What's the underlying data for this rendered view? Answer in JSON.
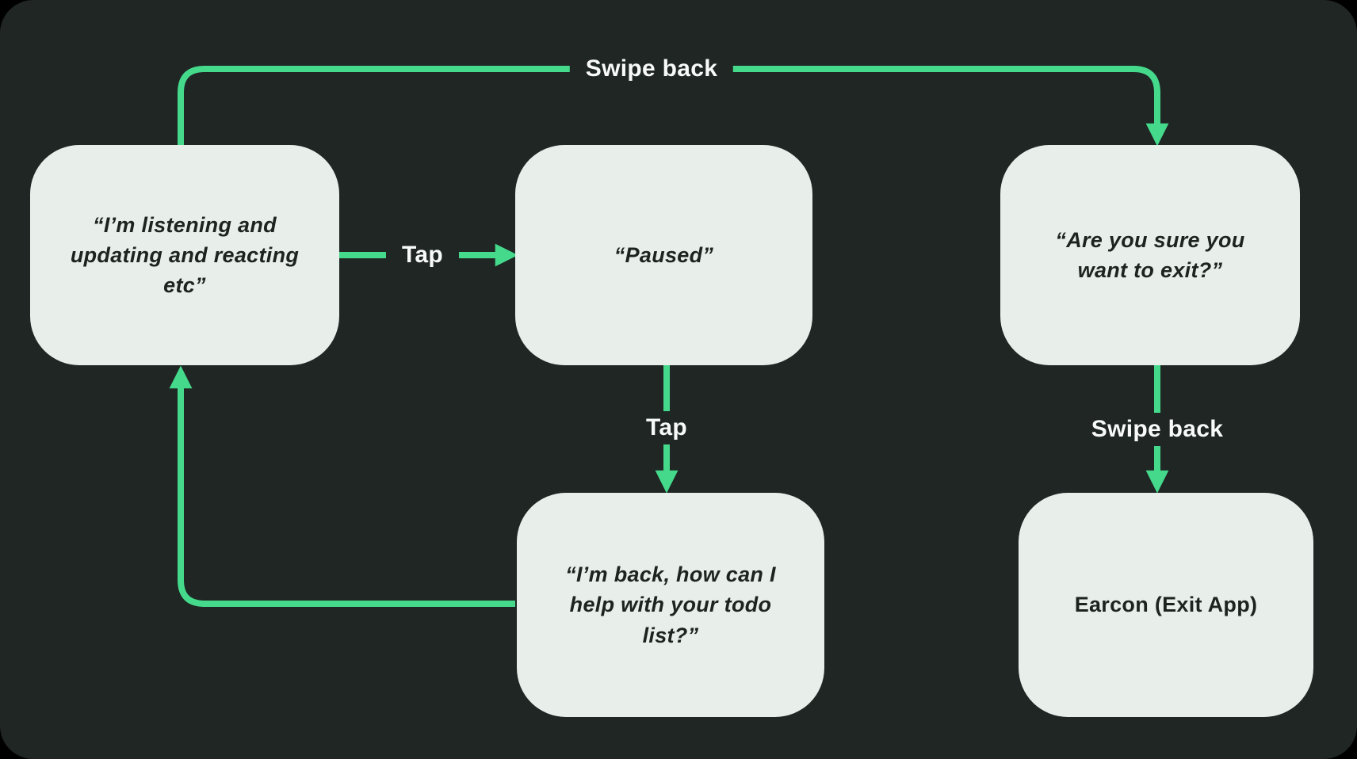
{
  "diagram": {
    "colors": {
      "background": "#1f2624",
      "node_fill": "#e8efeb",
      "arrow": "#45d98b",
      "node_text": "#1d2420",
      "label_text": "#f7faf8"
    },
    "nodes": {
      "listening": {
        "label": "“I’m listening and updating and reacting etc”"
      },
      "paused": {
        "label": "“Paused”"
      },
      "exit_confirm": {
        "label": "“Are you sure you want to exit?”"
      },
      "back_greeting": {
        "label": "“I’m back, how can I help with your todo list?”"
      },
      "earcon_exit": {
        "label": "Earcon (Exit App)"
      }
    },
    "edge_labels": {
      "swipe_back_top": "Swipe back",
      "tap_pause": "Tap",
      "tap_resume": "Tap",
      "swipe_back_exit": "Swipe back"
    }
  }
}
